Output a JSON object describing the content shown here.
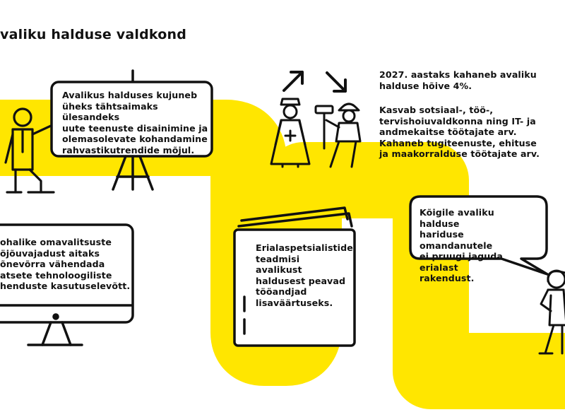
{
  "title": "valiku halduse valdkond",
  "colors": {
    "accent_yellow": "#ffe600",
    "ink": "#111111",
    "background": "#ffffff"
  },
  "board_text": "Avalikus halduses kujuneb\nüheks tähtsaimaks ülesandeks\nuute teenuste disainimine ja\nolemasolevate kohandamine\nrahvastikutrendide mõjul.",
  "stats_block": {
    "line1": "2027. aastaks kahaneb avaliku\nhalduse hõive 4%.",
    "line2": "Kasvab sotsiaal-, töö-,\ntervishoiuvaldkonna ning IT- ja\nandmekaitse töötajate arv.\nKahaneb tugiteenuste, ehituse\nja maakorralduse töötajate arv."
  },
  "monitor_text": "ohalike omavalitsuste\nöjõuvajadust aitaks\nõnevõrra vähendada\natsete tehnoloogiliste\nhenduste kasutuselevõtt.",
  "book_text": "Erialaspetsialistide\nteadmisi avalikust\nhaldusest peavad\ntööandjad\nlisaväärtuseks.",
  "bubble_text": "Kõigile avaliku halduse\nhariduse omandanutele\nei pruugi jaguda erialast\nrakendust.",
  "icons": [
    "presenter-person-icon",
    "easel-board-icon",
    "arrow-up-right-icon",
    "arrow-down-right-icon",
    "nurse-icon",
    "worker-icon",
    "computer-monitor-icon",
    "book-icon",
    "thinking-woman-icon",
    "speech-bubble-icon"
  ]
}
